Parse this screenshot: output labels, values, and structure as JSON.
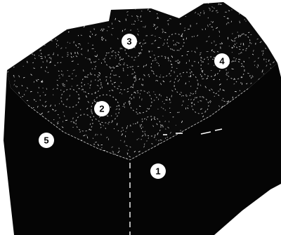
{
  "figure": {
    "colors": {
      "block": "#050505",
      "speckle": "#ffffff",
      "marker_fill": "#ffffff",
      "marker_text": "#000000",
      "background": "#ffffff"
    },
    "markers": [
      {
        "id": "marker-1",
        "label": "1"
      },
      {
        "id": "marker-2",
        "label": "2"
      },
      {
        "id": "marker-3",
        "label": "3"
      },
      {
        "id": "marker-4",
        "label": "4"
      },
      {
        "id": "marker-5",
        "label": "5"
      }
    ]
  }
}
